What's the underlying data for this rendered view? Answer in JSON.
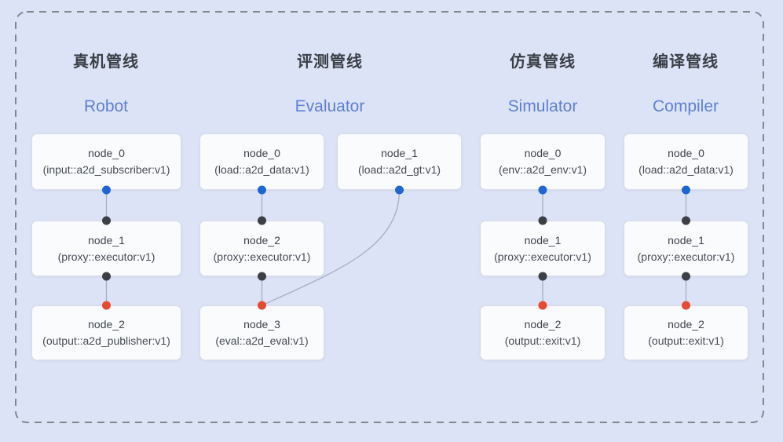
{
  "colors": {
    "background": "#dde3f6",
    "dashed_border": "#82878f",
    "box_bg": "#fafbfd",
    "box_border": "#d8dce7",
    "title_zh": "#3a3f47",
    "title_en": "#5e80d4",
    "node_text": "#42464d",
    "edge": "#a6aec2",
    "port_blue": "#1f66d4",
    "port_black": "#3c3f44",
    "port_red": "#e74a33"
  },
  "pipelines": [
    {
      "id": "robot",
      "title_zh": "真机管线",
      "title_en": "Robot",
      "nodes": [
        {
          "id": "node_0",
          "name": "node_0",
          "type": "(input::a2d_subscriber:v1)",
          "ports": {
            "bottom": "blue"
          }
        },
        {
          "id": "node_1",
          "name": "node_1",
          "type": "(proxy::executor:v1)",
          "ports": {
            "top": "black",
            "bottom": "black"
          }
        },
        {
          "id": "node_2",
          "name": "node_2",
          "type": "(output::a2d_publisher:v1)",
          "ports": {
            "top": "red"
          }
        }
      ],
      "edges": [
        [
          "node_0",
          "node_1"
        ],
        [
          "node_1",
          "node_2"
        ]
      ]
    },
    {
      "id": "evaluator",
      "title_zh": "评测管线",
      "title_en": "Evaluator",
      "nodes": [
        {
          "id": "node_0",
          "name": "node_0",
          "type": "(load::a2d_data:v1)",
          "ports": {
            "bottom": "blue"
          }
        },
        {
          "id": "node_1",
          "name": "node_1",
          "type": "(load::a2d_gt:v1)",
          "ports": {
            "bottom": "blue"
          }
        },
        {
          "id": "node_2",
          "name": "node_2",
          "type": "(proxy::executor:v1)",
          "ports": {
            "top": "black",
            "bottom": "black"
          }
        },
        {
          "id": "node_3",
          "name": "node_3",
          "type": "(eval::a2d_eval:v1)",
          "ports": {
            "top": "red"
          }
        }
      ],
      "edges": [
        [
          "node_0",
          "node_2"
        ],
        [
          "node_1",
          "node_3"
        ],
        [
          "node_2",
          "node_3"
        ]
      ]
    },
    {
      "id": "simulator",
      "title_zh": "仿真管线",
      "title_en": "Simulator",
      "nodes": [
        {
          "id": "node_0",
          "name": "node_0",
          "type": "(env::a2d_env:v1)",
          "ports": {
            "bottom": "blue"
          }
        },
        {
          "id": "node_1",
          "name": "node_1",
          "type": "(proxy::executor:v1)",
          "ports": {
            "top": "black",
            "bottom": "black"
          }
        },
        {
          "id": "node_2",
          "name": "node_2",
          "type": "(output::exit:v1)",
          "ports": {
            "top": "red"
          }
        }
      ],
      "edges": [
        [
          "node_0",
          "node_1"
        ],
        [
          "node_1",
          "node_2"
        ]
      ]
    },
    {
      "id": "compiler",
      "title_zh": "编译管线",
      "title_en": "Compiler",
      "nodes": [
        {
          "id": "node_0",
          "name": "node_0",
          "type": "(load::a2d_data:v1)",
          "ports": {
            "bottom": "blue"
          }
        },
        {
          "id": "node_1",
          "name": "node_1",
          "type": "(proxy::executor:v1)",
          "ports": {
            "top": "black",
            "bottom": "black"
          }
        },
        {
          "id": "node_2",
          "name": "node_2",
          "type": "(output::exit:v1)",
          "ports": {
            "top": "red"
          }
        }
      ],
      "edges": [
        [
          "node_0",
          "node_1"
        ],
        [
          "node_1",
          "node_2"
        ]
      ]
    }
  ]
}
